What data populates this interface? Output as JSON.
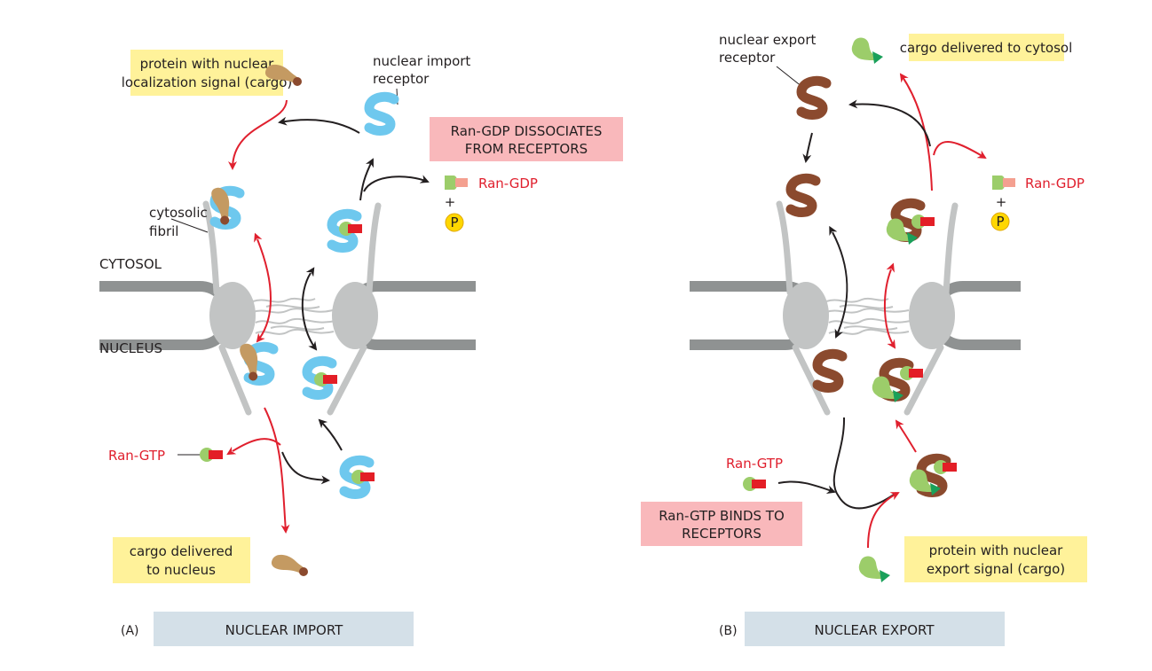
{
  "colors": {
    "import_receptor": "#6ec8ee",
    "export_receptor": "#8b4a2e",
    "cargo_import": "#c49a62",
    "cargo_import_tip": "#8b4a2e",
    "cargo_export": "#9ccd6a",
    "cargo_export_tip": "#1aa05a",
    "ran": "#9ccd6a",
    "gtp": "#e31e26",
    "gdp": "#f4a090",
    "phosphate": "#ffd700",
    "red_arrow": "#e0202e",
    "black_arrow": "#231f20",
    "pore": "#c2c4c4",
    "membrane": "#8f9292",
    "yellow_box": "#fff29a",
    "pink_box": "#f9b8bb",
    "title_box": "#d4e0e8"
  },
  "panel_a": {
    "letter": "(A)",
    "title": "NUCLEAR IMPORT",
    "cargo_label": [
      "protein with nuclear",
      "localization signal (cargo)"
    ],
    "receptor_label": [
      "nuclear import",
      "receptor"
    ],
    "dissociate_label": [
      "Ran-GDP DISSOCIATES",
      "FROM RECEPTORS"
    ],
    "ran_gdp": "Ran-GDP",
    "plus": "+",
    "phosphate": "P",
    "fibril_label": [
      "cytosolic",
      "fibril"
    ],
    "cytosol": "CYTOSOL",
    "nucleus": "NUCLEUS",
    "ran_gtp": "Ran-GTP",
    "delivered_label": [
      "cargo delivered",
      "to nucleus"
    ]
  },
  "panel_b": {
    "letter": "(B)",
    "title": "NUCLEAR EXPORT",
    "receptor_label": [
      "nuclear export",
      "receptor"
    ],
    "delivered_label": "cargo delivered to cytosol",
    "ran_gdp": "Ran-GDP",
    "plus": "+",
    "phosphate": "P",
    "ran_gtp": "Ran-GTP",
    "binds_label": [
      "Ran-GTP BINDS TO",
      "RECEPTORS"
    ],
    "cargo_label": [
      "protein with nuclear",
      "export signal (cargo)"
    ]
  }
}
